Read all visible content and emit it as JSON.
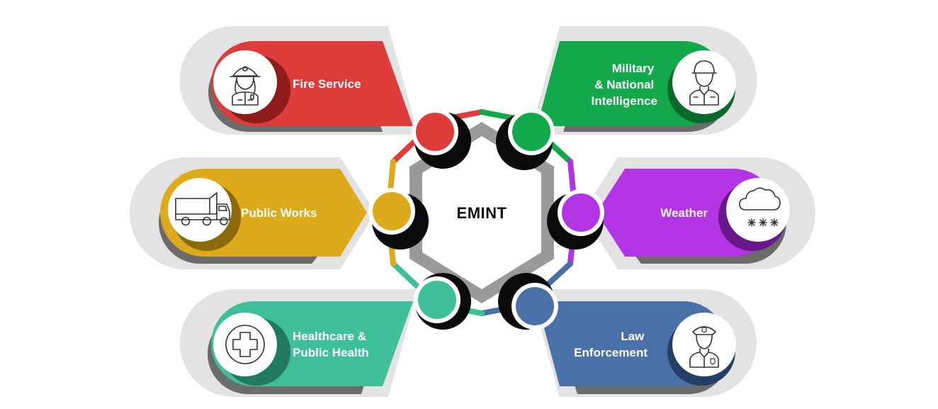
{
  "center": {
    "label": "EMINT"
  },
  "sectors": [
    {
      "id": "fire",
      "lines": [
        "Fire Service"
      ],
      "color": "#de3b3b",
      "dark": "#8e1c1c",
      "icon": "firefighter-icon"
    },
    {
      "id": "military",
      "lines": [
        "Military",
        "& National",
        "Intelligence"
      ],
      "color": "#13a849",
      "dark": "#0a6a2c",
      "icon": "soldier-icon"
    },
    {
      "id": "publicworks",
      "lines": [
        "Public Works"
      ],
      "color": "#dcaa1b",
      "dark": "#8a6a0c",
      "icon": "dump-truck-icon"
    },
    {
      "id": "weather",
      "lines": [
        "Weather"
      ],
      "color": "#b234e4",
      "dark": "#6a178c",
      "icon": "snow-cloud-icon"
    },
    {
      "id": "healthcare",
      "lines": [
        "Healthcare &",
        "Public Health"
      ],
      "color": "#40bf9b",
      "dark": "#1f7a5f",
      "icon": "medical-cross-icon"
    },
    {
      "id": "law",
      "lines": [
        "Law",
        "Enforcement"
      ],
      "color": "#4a70a8",
      "dark": "#233f66",
      "icon": "police-officer-icon"
    }
  ]
}
